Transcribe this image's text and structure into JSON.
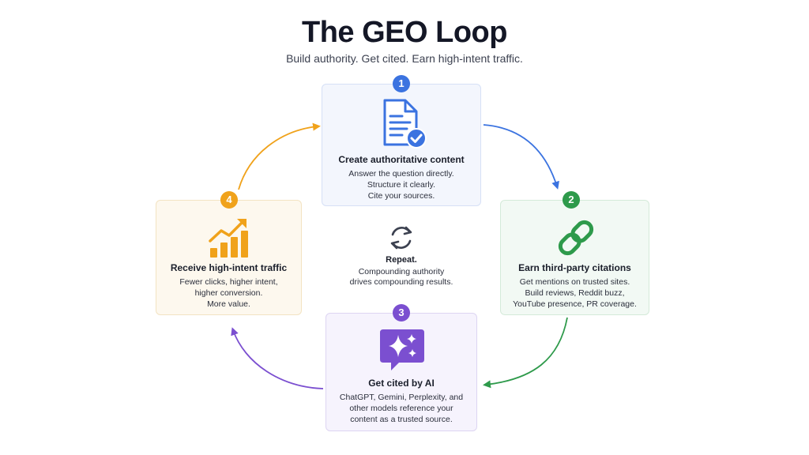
{
  "header": {
    "title": "The GEO Loop",
    "subtitle": "Build authority. Get cited. Earn high-intent traffic."
  },
  "steps": [
    {
      "number": "1",
      "title": "Create authoritative content",
      "lines": [
        "Answer the question directly.",
        "Structure it clearly.",
        "Cite your sources."
      ],
      "icon": "document-check-icon",
      "color": "#3b73e0"
    },
    {
      "number": "2",
      "title": "Earn third-party citations",
      "lines": [
        "Get mentions on trusted sites.",
        "Build reviews, Reddit buzz,",
        "YouTube presence, PR coverage."
      ],
      "icon": "link-icon",
      "color": "#2e9a4b"
    },
    {
      "number": "3",
      "title": "Get cited by AI",
      "lines": [
        "ChatGPT, Gemini, Perplexity, and",
        "other models reference your",
        "content as a trusted source."
      ],
      "icon": "ai-sparkle-chat-icon",
      "color": "#7b4fd0"
    },
    {
      "number": "4",
      "title": "Receive high-intent traffic",
      "lines": [
        "Fewer clicks, higher intent,",
        "higher conversion.",
        "More value."
      ],
      "icon": "growth-chart-icon",
      "color": "#f0a21b"
    }
  ],
  "center": {
    "title": "Repeat.",
    "lines": [
      "Compounding authority",
      "drives compounding results."
    ],
    "icon": "repeat-icon"
  }
}
